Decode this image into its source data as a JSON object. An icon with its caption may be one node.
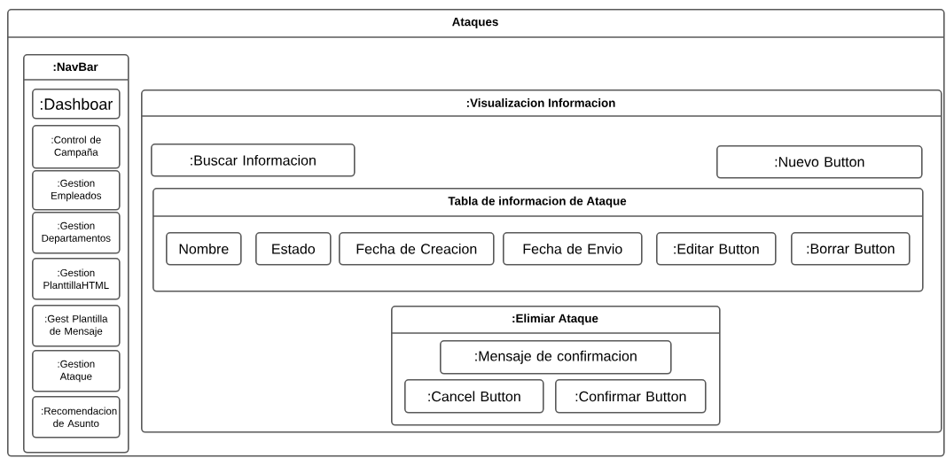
{
  "diagram": {
    "nodes": [
      {
        "text": [
          "Ataques"
        ]
      },
      {
        "text": [
          ":NavBar"
        ],
        "in": 0
      },
      {
        "text": [
          ":Dashboar"
        ],
        "in": 1
      },
      {
        "text": [
          ":Control de Campaña"
        ],
        "in": 1
      },
      {
        "text": [
          ":Gestion Empleados"
        ],
        "in": 1
      },
      {
        "text": [
          ":Gestion Departamentos"
        ],
        "in": 1
      },
      {
        "text": [
          ":Gestion PlanttillaHTML"
        ],
        "in": 1
      },
      {
        "text": [
          ":Gest Plantilla de Mensaje"
        ],
        "in": 1
      },
      {
        "text": [
          ":Gestion Ataque"
        ],
        "in": 1
      },
      {
        "text": [
          ":Recomendacion de Asunto"
        ],
        "in": 1
      },
      {
        "text": [
          ":Visualizacion Informacion"
        ],
        "in": 0
      },
      {
        "text": [
          ":Buscar Informacion"
        ],
        "in": 10
      },
      {
        "text": [
          ":Nuevo Button"
        ],
        "in": 10
      },
      {
        "text": [
          "Tabla de informacion de Ataque"
        ],
        "in": 10
      },
      {
        "text": [
          "Nombre"
        ],
        "in": 13
      },
      {
        "text": [
          "Estado"
        ],
        "in": 13
      },
      {
        "text": [
          "Fecha de Creacion"
        ],
        "in": 13
      },
      {
        "text": [
          "Fecha de Envio"
        ],
        "in": 13
      },
      {
        "text": [
          ":Editar Button"
        ],
        "in": 13
      },
      {
        "text": [
          ":Borrar Button"
        ],
        "in": 13
      },
      {
        "text": [
          ":Elimiar Ataque"
        ],
        "in": 10
      },
      {
        "text": [
          ":Mensaje de confirmacion"
        ],
        "in": 20
      },
      {
        "text": [
          ":Cancel Button"
        ],
        "in": 20
      },
      {
        "text": [
          ":Confirmar Button"
        ],
        "in": 20
      }
    ]
  }
}
